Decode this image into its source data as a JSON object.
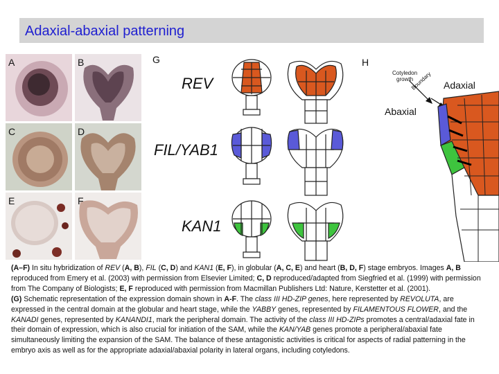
{
  "slide": {
    "title": "Adaxial-abaxial patterning"
  },
  "colors": {
    "title_text": "#1f1fd0",
    "title_bar": "#d4d4d4",
    "rev_orange": "#d9581f",
    "fil_blue": "#5a5ad8",
    "kan_green": "#3ec43e",
    "cell_outline": "#222222"
  },
  "figure": {
    "panel_labels": {
      "a": "A",
      "b": "B",
      "c": "C",
      "d": "D",
      "e": "E",
      "f": "F",
      "g": "G",
      "h": "H"
    },
    "gene_labels": {
      "rev": "REV",
      "fil_yab1": "FIL/YAB1",
      "kan1": "KAN1"
    },
    "panel_h": {
      "cotyledon_growth": [
        "Cotyledon",
        "growth"
      ],
      "boundary": "Boundary",
      "adaxial": "Adaxial",
      "abaxial": "Abaxial"
    }
  },
  "caption": {
    "p1": [
      {
        "t": "(A–F)",
        "s": "b"
      },
      {
        "t": " In situ hybridization of ",
        "s": ""
      },
      {
        "t": "REV",
        "s": "i"
      },
      {
        "t": " (",
        "s": ""
      },
      {
        "t": "A, B",
        "s": "b"
      },
      {
        "t": "), ",
        "s": ""
      },
      {
        "t": "FIL",
        "s": "i"
      },
      {
        "t": " (",
        "s": ""
      },
      {
        "t": "C, D",
        "s": "b"
      },
      {
        "t": ") and ",
        "s": ""
      },
      {
        "t": "KAN1",
        "s": "i"
      },
      {
        "t": " (",
        "s": ""
      },
      {
        "t": "E, F",
        "s": "b"
      },
      {
        "t": "), in globular (",
        "s": ""
      },
      {
        "t": "A, C, E",
        "s": "b"
      },
      {
        "t": ") and heart (",
        "s": ""
      },
      {
        "t": "B, D, F",
        "s": "b"
      },
      {
        "t": ") stage embryos. Images ",
        "s": ""
      },
      {
        "t": "A, B",
        "s": "b"
      },
      {
        "t": " reproduced from Emery et al. (2003) with permission from Elsevier Limited; ",
        "s": ""
      },
      {
        "t": "C, D",
        "s": "b"
      },
      {
        "t": " reproduced/adapted from Siegfried et al. (1999) with permission from The Company of Biologists; ",
        "s": ""
      },
      {
        "t": "E, F",
        "s": "b"
      },
      {
        "t": " reproduced with permission from Macmillan Publishers Ltd: Nature, Kerstetter et al. (2001).",
        "s": ""
      }
    ],
    "p2": [
      {
        "t": "(G)",
        "s": "b"
      },
      {
        "t": " Schematic representation of the expression domain shown in ",
        "s": ""
      },
      {
        "t": "A-F",
        "s": "b"
      },
      {
        "t": ". The ",
        "s": ""
      },
      {
        "t": "class III HD-ZIP genes",
        "s": "i"
      },
      {
        "t": ", here represented by ",
        "s": ""
      },
      {
        "t": "REVOLUTA",
        "s": "i"
      },
      {
        "t": ", are expressed in the central domain at the globular and heart stage, while the ",
        "s": ""
      },
      {
        "t": "YABBY",
        "s": "i"
      },
      {
        "t": " genes, represented by ",
        "s": ""
      },
      {
        "t": "FILAMENTOUS FLOWER",
        "s": "i"
      },
      {
        "t": ", and the ",
        "s": ""
      },
      {
        "t": "KANADI",
        "s": "i"
      },
      {
        "t": " genes, represented by ",
        "s": ""
      },
      {
        "t": "KANANDI1",
        "s": "i"
      },
      {
        "t": ", mark the peripheral domain. The activity of the ",
        "s": ""
      },
      {
        "t": "class III HD-ZIPs",
        "s": "i"
      },
      {
        "t": " promotes a central/adaxial fate in their domain of expression, which is also crucial for initiation of the SAM, while the ",
        "s": ""
      },
      {
        "t": "KAN/YAB",
        "s": "i"
      },
      {
        "t": " genes promote a peripheral/abaxial fate simultaneously limiting the expansion of the SAM. The balance of these antagonistic activities is critical for aspects of radial patterning in the embryo axis as well as for the appropriate adaxial/abaxial polarity in lateral organs, including cotyledons.",
        "s": ""
      }
    ]
  }
}
